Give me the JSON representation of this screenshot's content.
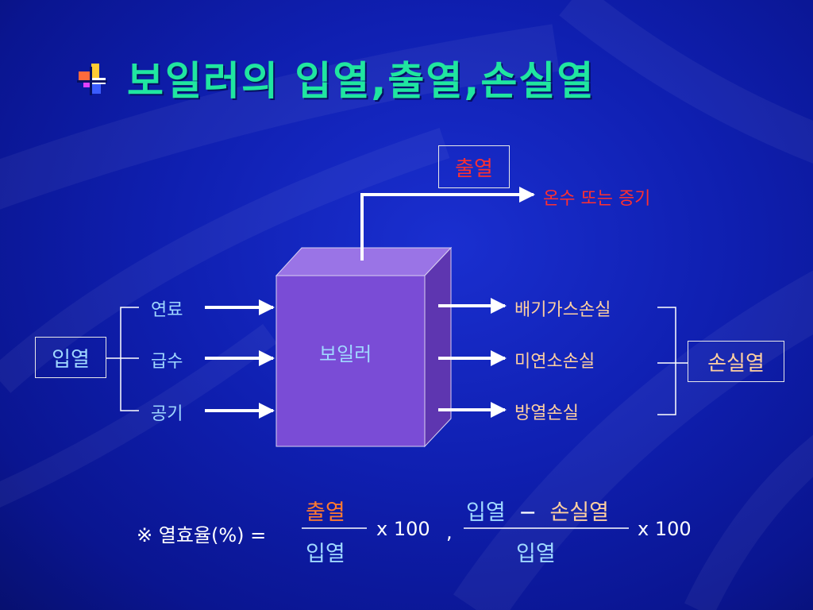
{
  "title": "보일러의 입열,출열,손실열",
  "colors": {
    "title": "#20e6a0",
    "output_red": "#ff3030",
    "loss_peach": "#ffd0a0",
    "input_blue": "#a0d8ff",
    "label_white": "#ffffff",
    "box_front": "#7a4cd6",
    "box_top": "#9a74e6",
    "box_side": "#5e36b0"
  },
  "diagram": {
    "boiler_label": "보일러",
    "input_group": "입열",
    "inputs": [
      "연료",
      "급수",
      "공기"
    ],
    "output_group": "출열",
    "output_item": "온수 또는 증기",
    "loss_group": "손실열",
    "losses": [
      "배기가스손실",
      "미연소손실",
      "방열손실"
    ]
  },
  "formula": {
    "prefix": "※ 열효율(%) =",
    "f1_numerator": "출열",
    "f1_denominator": "입열",
    "multiplier1": "x 100",
    "separator": ",",
    "f2_numerator_a": "입열",
    "f2_minus": "−",
    "f2_numerator_b": "손실열",
    "f2_denominator": "입열",
    "multiplier2": "x 100"
  }
}
